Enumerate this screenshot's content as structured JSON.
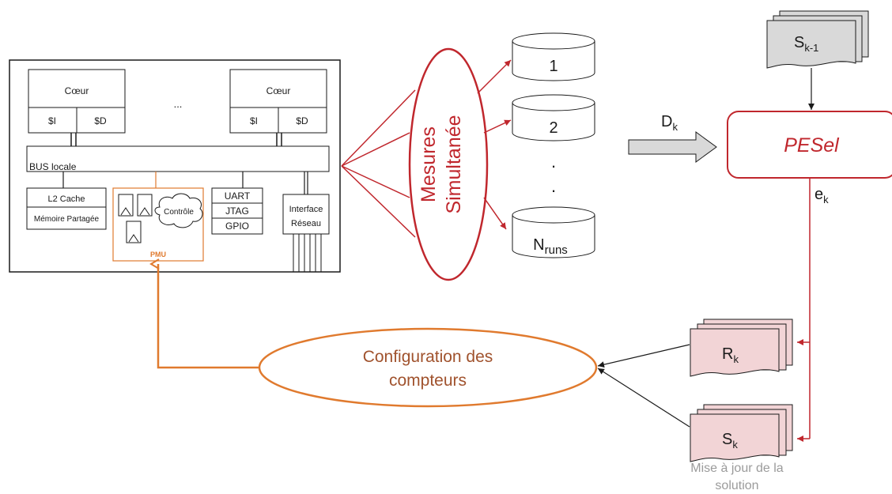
{
  "colors": {
    "red": "#c0272d",
    "orange": "#e07a2e",
    "orange_text": "#a0522d",
    "gray_text": "#9b9b9b",
    "doc_gray": "#d9d9d9",
    "doc_pink": "#f2d4d6",
    "dark": "#1a1a1a"
  },
  "soc": {
    "core_left": {
      "title": "Cœur",
      "icache": "$I",
      "dcache": "$D"
    },
    "core_right": {
      "title": "Cœur",
      "icache": "$I",
      "dcache": "$D"
    },
    "ellipsis": "...",
    "bus": "BUS locale",
    "l2_cache": "L2 Cache",
    "shared_memory": "Mémoire Partagée",
    "controle": "Contrôle",
    "pmu": "PMU",
    "io": [
      "UART",
      "JTAG",
      "GPIO"
    ],
    "net_line1": "Interface",
    "net_line2": "Réseau"
  },
  "measures": {
    "line1": "Mesures",
    "line2": "Simultanée"
  },
  "runs": {
    "first": "1",
    "second": "2",
    "dot": ".",
    "last_base": "N",
    "last_sub": "runs"
  },
  "dk": {
    "base": "D",
    "sub": "k"
  },
  "pesel": "PESel",
  "ek": {
    "base": "e",
    "sub": "k"
  },
  "sk_1": {
    "base": "S",
    "sub": "k-1"
  },
  "rk": {
    "base": "R",
    "sub": "k"
  },
  "sk": {
    "base": "S",
    "sub": "k"
  },
  "config": {
    "line1": "Configuration des",
    "line2": "compteurs"
  },
  "update": {
    "line1": "Mise à jour de la",
    "line2": "solution"
  }
}
